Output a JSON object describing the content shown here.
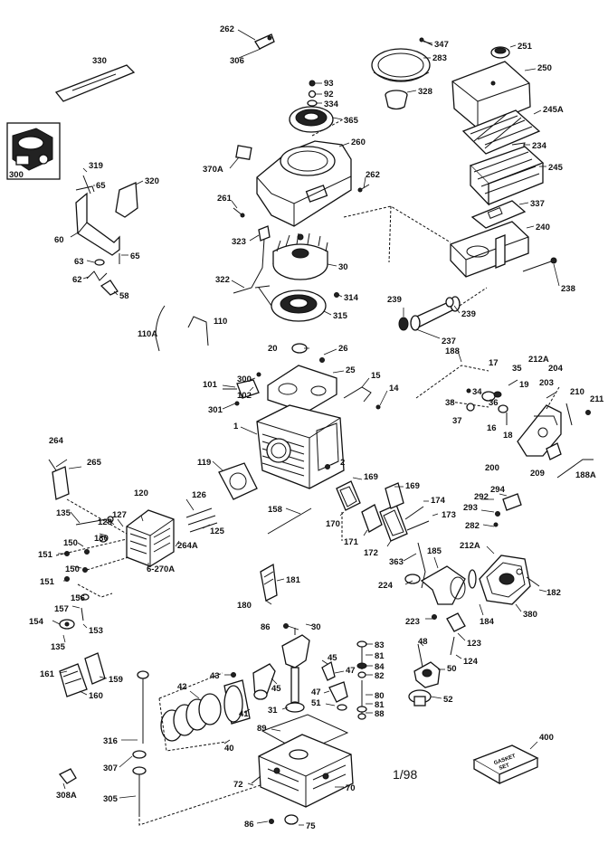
{
  "diagram": {
    "date_code": "1/98",
    "gasket_set_label": [
      "GASKET",
      "SET"
    ],
    "labels": {
      "l262": "262",
      "l306": "306",
      "l347": "347",
      "l283": "283",
      "l251": "251",
      "l250": "250",
      "l328": "328",
      "l245A": "245A",
      "l234": "234",
      "l245": "245",
      "l337": "337",
      "l240": "240",
      "l238": "238",
      "l330": "330",
      "l93": "93",
      "l92": "92",
      "l334": "334",
      "l365": "365",
      "l260": "260",
      "l370A": "370A",
      "l262b": "262",
      "l261": "261",
      "l323": "323",
      "l30": "30",
      "l322": "322",
      "l314": "314",
      "l315": "315",
      "l239": "239",
      "l239b": "239",
      "l237": "237",
      "l188": "188",
      "l300": "300",
      "l319": "319",
      "l65": "65",
      "l320": "320",
      "l60": "60",
      "l63": "63",
      "l65b": "65",
      "l62": "62",
      "l58": "58",
      "l110A": "110A",
      "l110": "110",
      "l20": "20",
      "l26": "26",
      "l25": "25",
      "l15": "15",
      "l14": "14",
      "l101": "101",
      "l300b": "300",
      "l102": "102",
      "l301": "301",
      "l1": "1",
      "l2": "2",
      "l17": "17",
      "l35": "35",
      "l212A": "212A",
      "l204": "204",
      "l203": "203",
      "l210": "210",
      "l211": "211",
      "l36": "36",
      "l34": "34",
      "l19": "19",
      "l37": "37",
      "l38": "38",
      "l16": "16",
      "l18": "18",
      "l200": "200",
      "l209": "209",
      "l188A": "188A",
      "l264": "264",
      "l265": "265",
      "l119": "119",
      "l169": "169",
      "l169b": "169",
      "l174": "174",
      "l120": "120",
      "l126": "126",
      "l135": "135",
      "l128": "128",
      "l127": "127",
      "l130": "130",
      "l150": "150",
      "l125": "125",
      "l264A": "264A",
      "l6270A": "6-270A",
      "l151": "151",
      "l150b": "150",
      "l158": "158",
      "l170": "170",
      "l171": "171",
      "l172": "172",
      "l173": "173",
      "l363": "363",
      "l294": "294",
      "l292": "292",
      "l293": "293",
      "l282": "282",
      "l212Ab": "212A",
      "l185": "185",
      "l224": "224",
      "l182": "182",
      "l380": "380",
      "l184": "184",
      "l223": "223",
      "l151b": "151",
      "l156": "156",
      "l157": "157",
      "l154": "154",
      "l153": "153",
      "l135b": "135",
      "l180": "180",
      "l181": "181",
      "l123": "123",
      "l124": "124",
      "l86": "86",
      "l30b": "30",
      "l161": "161",
      "l159": "159",
      "l160": "160",
      "l42": "42",
      "l43": "43",
      "l45": "45",
      "l45b": "45",
      "l47": "47",
      "l47b": "47",
      "l51": "51",
      "l83": "83",
      "l81": "81",
      "l84": "84",
      "l82": "82",
      "l48": "48",
      "l50": "50",
      "l80": "80",
      "l81b": "81",
      "l88": "88",
      "l52": "52",
      "l41": "41",
      "l31": "31",
      "l40": "40",
      "l89": "89",
      "l316": "316",
      "l307": "307",
      "l305": "305",
      "l308A": "308A",
      "l72": "72",
      "l70": "70",
      "l86b": "86",
      "l75": "75",
      "l400": "400"
    }
  }
}
